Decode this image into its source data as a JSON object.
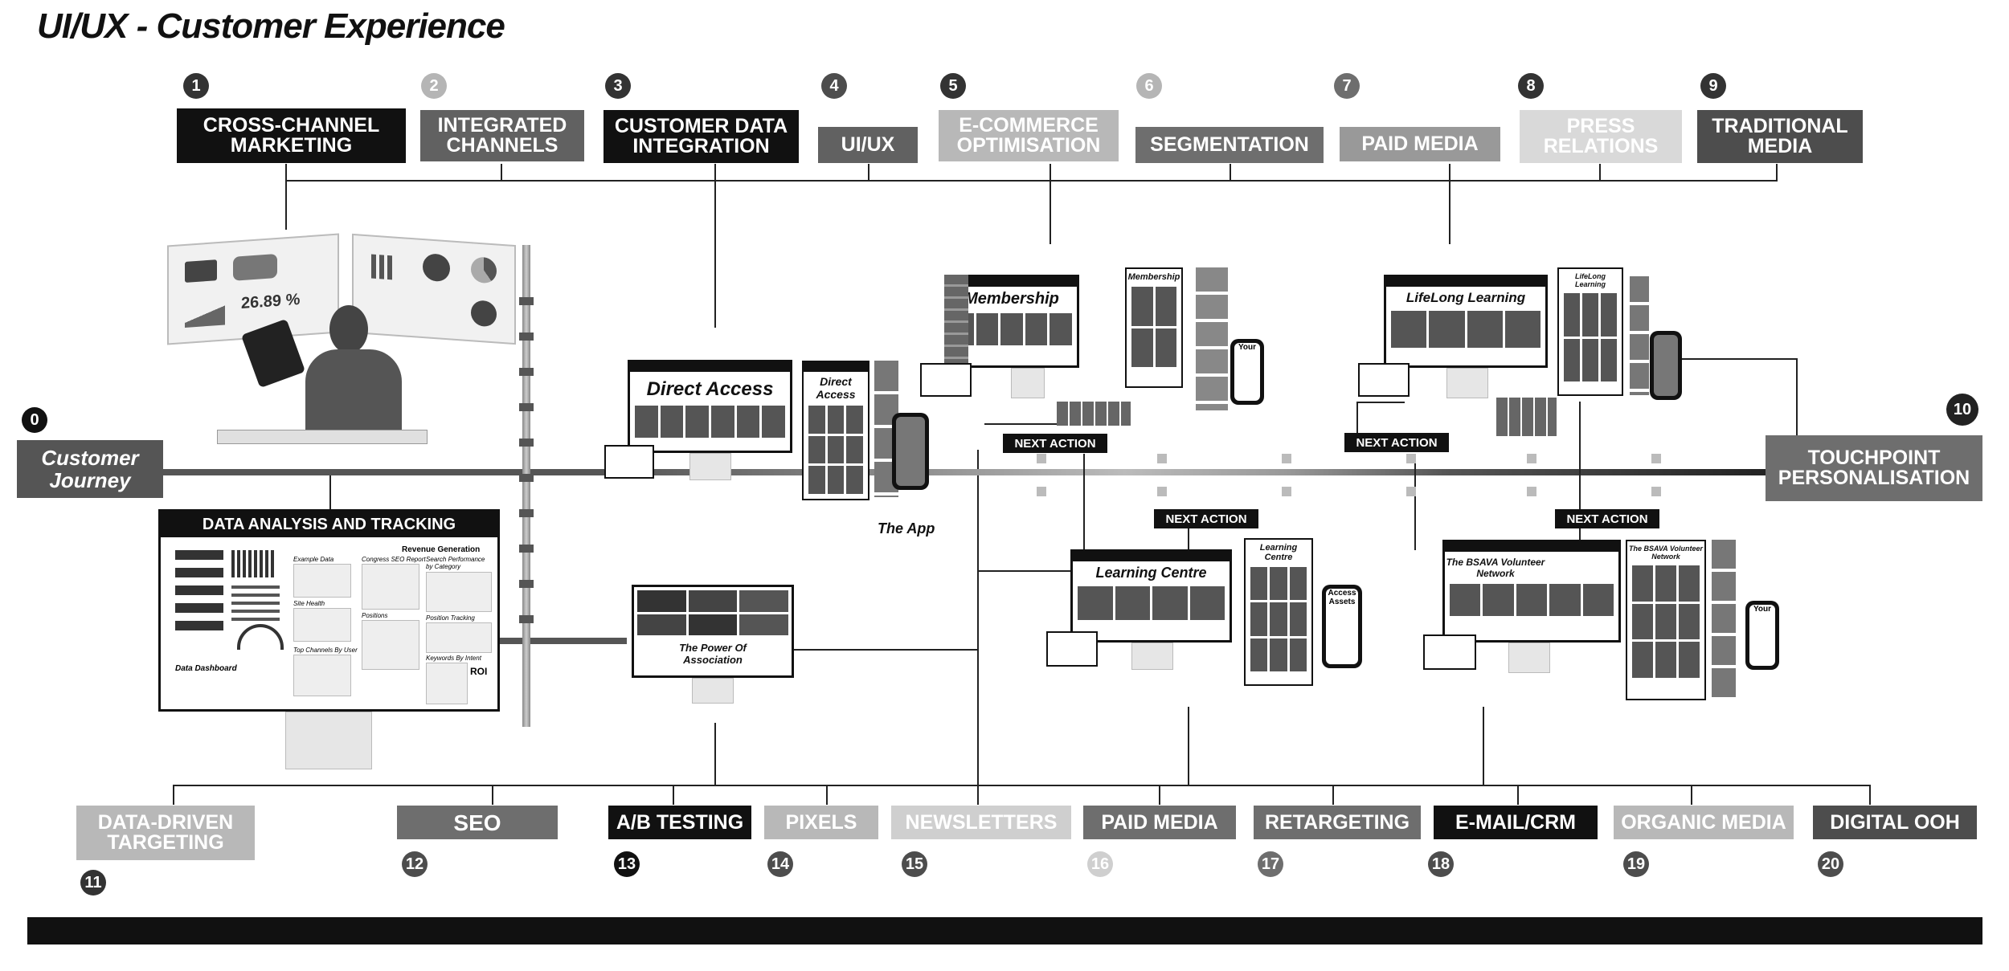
{
  "title": "UI/UX - Customer Experience",
  "colors": {
    "black": "#111111",
    "dark_gray": "#4d4d4d",
    "mid_gray": "#6e6e6e",
    "light_gray": "#b8b8b8",
    "lighter_gray": "#cfcfcf"
  },
  "top_items": [
    {
      "num": "1",
      "label": "CROSS-CHANNEL MARKETING"
    },
    {
      "num": "2",
      "label": "INTEGRATED CHANNELS"
    },
    {
      "num": "3",
      "label": "CUSTOMER DATA INTEGRATION"
    },
    {
      "num": "4",
      "label": "UI/UX"
    },
    {
      "num": "5",
      "label": "E-COMMERCE OPTIMISATION"
    },
    {
      "num": "6",
      "label": "SEGMENTATION"
    },
    {
      "num": "7",
      "label": "PAID MEDIA"
    },
    {
      "num": "8",
      "label": "PRESS RELATIONS"
    },
    {
      "num": "9",
      "label": "TRADITIONAL MEDIA"
    }
  ],
  "start": {
    "num": "0",
    "label": "Customer Journey"
  },
  "end": {
    "num": "10",
    "label": "TOUCHPOINT PERSONALISATION"
  },
  "bottom_items": [
    {
      "num": "11",
      "label": "DATA-DRIVEN TARGETING"
    },
    {
      "num": "12",
      "label": "SEO"
    },
    {
      "num": "13",
      "label": "A/B TESTING"
    },
    {
      "num": "14",
      "label": "PIXELS"
    },
    {
      "num": "15",
      "label": "NEWSLETTERS"
    },
    {
      "num": "16",
      "label": "PAID MEDIA"
    },
    {
      "num": "17",
      "label": "RETARGETING"
    },
    {
      "num": "18",
      "label": "E-MAIL/CRM"
    },
    {
      "num": "19",
      "label": "ORGANIC MEDIA"
    },
    {
      "num": "20",
      "label": "DIGITAL OOH"
    }
  ],
  "next_action": "NEXT ACTION",
  "dashboard": {
    "header": "DATA ANALYSIS AND TRACKING",
    "revenue": "Revenue Generation",
    "example": "Example Data",
    "seo_report": "Congress SEO Report",
    "search_perf": "Search Performance by Category",
    "site_health": "Site Health",
    "positions": "Positions",
    "position_tracking": "Position Tracking",
    "top_channels": "Top Channels By User",
    "keywords": "Keywords By Intent",
    "data_dashboard": "Data Dashboard",
    "roi": "ROI"
  },
  "hologram": {
    "stat": "26.89 %"
  },
  "mockups": {
    "direct_access": "Direct Access",
    "the_app": "The App",
    "membership": "Membership",
    "lifelong": "LifeLong Learning",
    "learning_centre": "Learning Centre",
    "power": "The Power Of Association",
    "volunteer": "The BSAVA Volunteer Network",
    "access_assets": "Access Assets",
    "your_app": "Your"
  }
}
